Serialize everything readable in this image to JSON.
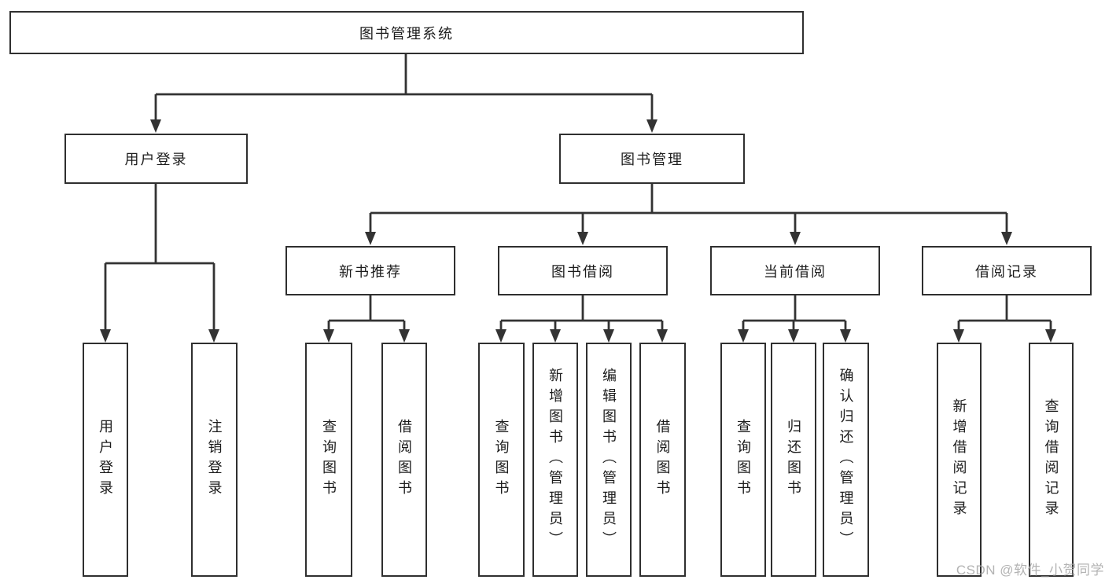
{
  "diagram": {
    "type": "tree",
    "title": "图书管理系统",
    "root": {
      "label": "图书管理系统"
    },
    "level2": [
      {
        "label": "用户登录"
      },
      {
        "label": "图书管理"
      }
    ],
    "level3": [
      {
        "label": "新书推荐",
        "parent": "图书管理"
      },
      {
        "label": "图书借阅",
        "parent": "图书管理"
      },
      {
        "label": "当前借阅",
        "parent": "图书管理"
      },
      {
        "label": "借阅记录",
        "parent": "图书管理"
      }
    ],
    "leaves": {
      "user_login": [
        {
          "label": "用户登录"
        },
        {
          "label": "注销登录"
        }
      ],
      "new_book": [
        {
          "label": "查询图书"
        },
        {
          "label": "借阅图书"
        }
      ],
      "book_borrow": [
        {
          "label": "查询图书"
        },
        {
          "label": "新增图书（管理员）"
        },
        {
          "label": "编辑图书（管理员）"
        },
        {
          "label": "借阅图书"
        }
      ],
      "current_borrow": [
        {
          "label": "查询图书"
        },
        {
          "label": "归还图书"
        },
        {
          "label": "确认归还（管理员）"
        }
      ],
      "borrow_record": [
        {
          "label": "新增借阅记录"
        },
        {
          "label": "查询借阅记录"
        }
      ]
    }
  },
  "watermark": {
    "text": "CSDN @软件_小贺同学"
  },
  "colors": {
    "line": "#333333",
    "box_border": "#2f2f2f",
    "text": "#1c1c1c",
    "watermark": "#adadad",
    "background": "#ffffff"
  }
}
